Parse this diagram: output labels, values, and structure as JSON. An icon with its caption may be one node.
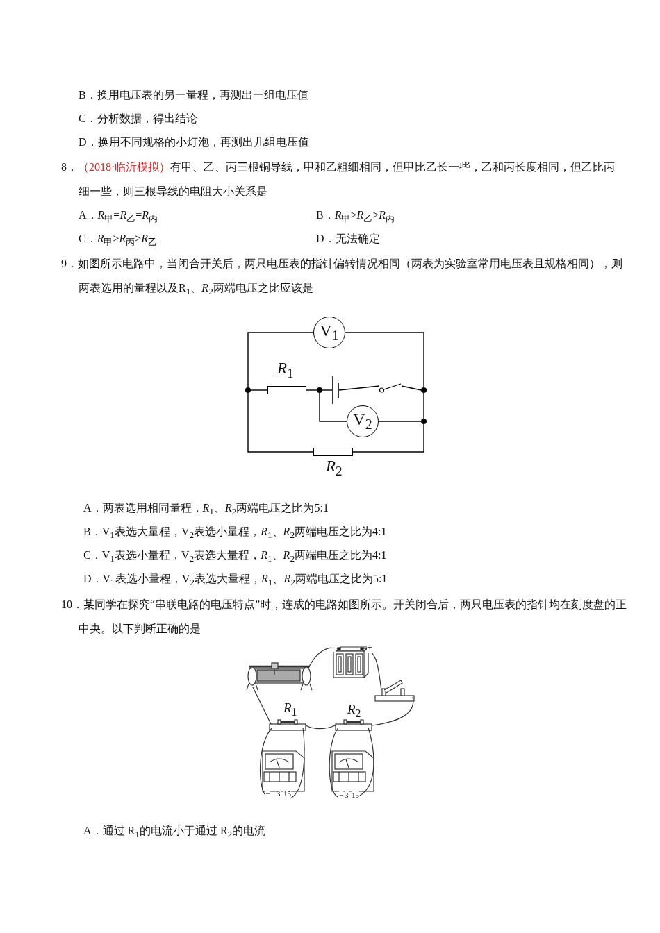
{
  "diagram": {
    "nodes": [
      {
        "text": [
          "V$_{1}$"
        ]
      },
      {
        "text": [
          "*R*$_{1}$"
        ]
      },
      {
        "text": [],
        "shape": "battery"
      },
      {
        "text": [],
        "shape": "switch"
      },
      {
        "text": [
          "V$_{2}$"
        ]
      },
      {
        "text": [
          "*R*$_{2}$"
        ]
      },
      {
        "text": [],
        "shape": "dot"
      },
      {
        "text": [],
        "shape": "dot"
      },
      {
        "text": [],
        "shape": "dot"
      },
      {
        "text": [],
        "shape": "dot"
      }
    ],
    "edges": [
      {
        "from": 6,
        "to": 0,
        "arrow": "none"
      },
      {
        "from": 0,
        "to": 8,
        "arrow": "none"
      },
      {
        "from": 6,
        "to": 1,
        "arrow": "none"
      },
      {
        "from": 1,
        "to": 7,
        "arrow": "none"
      },
      {
        "from": 7,
        "to": 2,
        "arrow": "none"
      },
      {
        "from": 2,
        "to": 3,
        "arrow": "none"
      },
      {
        "from": 3,
        "to": 8,
        "arrow": "none"
      },
      {
        "from": 7,
        "to": 4,
        "arrow": "none"
      },
      {
        "from": 4,
        "to": 9,
        "arrow": "none"
      },
      {
        "from": 8,
        "to": 9,
        "arrow": "none"
      },
      {
        "from": 6,
        "to": 5,
        "arrow": "none"
      },
      {
        "from": 5,
        "to": 9,
        "arrow": "none"
      }
    ],
    "labels": [
      "B．换用电压表的另一量程，再测出一组电压值",
      "C．分析数据，得出结论",
      "D．换用不同规格的小灯泡，再测出几组电压值",
      "8．",
      "（2018·临沂模拟）",
      "有甲、乙、丙三根铜导线，甲和乙粗细相同，但甲比乙长一些，乙和丙长度相同，但乙比丙细一些，则三根导线的电阻大小关系是",
      "A．*R*$_{甲}$=*R*$_{乙}$=*R*$_{丙}$",
      "B．*R*$_{甲}$>*R*$_{乙}$>*R*$_{丙}$",
      "C．*R*$_{甲}$>*R*$_{丙}$>*R*$_{乙}$",
      "D．无法确定",
      "9．如图所示电路中，当闭合开关后，两只电压表的指针偏转情况相同（两表为实验室常用电压表且规格相同），则两表选用的量程以及R$_{1}$、*R*$_{2}$两端电压之比应该是",
      "A．两表选用相同量程，*R*$_{1}$、*R*$_{2}$两端电压之比为5:1",
      "B．V$_{1}$表选大量程，V$_{2}$表选小量程，*R*$_{1}$、*R*$_{2}$两端电压之比为4:1",
      "C．V$_{1}$表选小量程，V$_{2}$表选大量程，*R*$_{1}$、*R*$_{2}$两端电压之比为4:1",
      "D．V$_{1}$表选小量程，V$_{2}$表选大量程，*R*$_{1}$、*R*$_{2}$两端电压之比为5:1",
      "10．某同学在探究“串联电路的电压特点”时，连成的电路如图所示。开关闭合后，两只电压表的指针均在刻度盘的正中央。以下判断正确的是",
      "−",
      "+",
      "*R*$_{1}$",
      "*R*$_{2}$",
      "−",
      "3",
      "15",
      "−",
      "3",
      "15",
      "A．通过 R$_{1}$的电流小于通过 R$_{2}$的电流"
    ]
  }
}
